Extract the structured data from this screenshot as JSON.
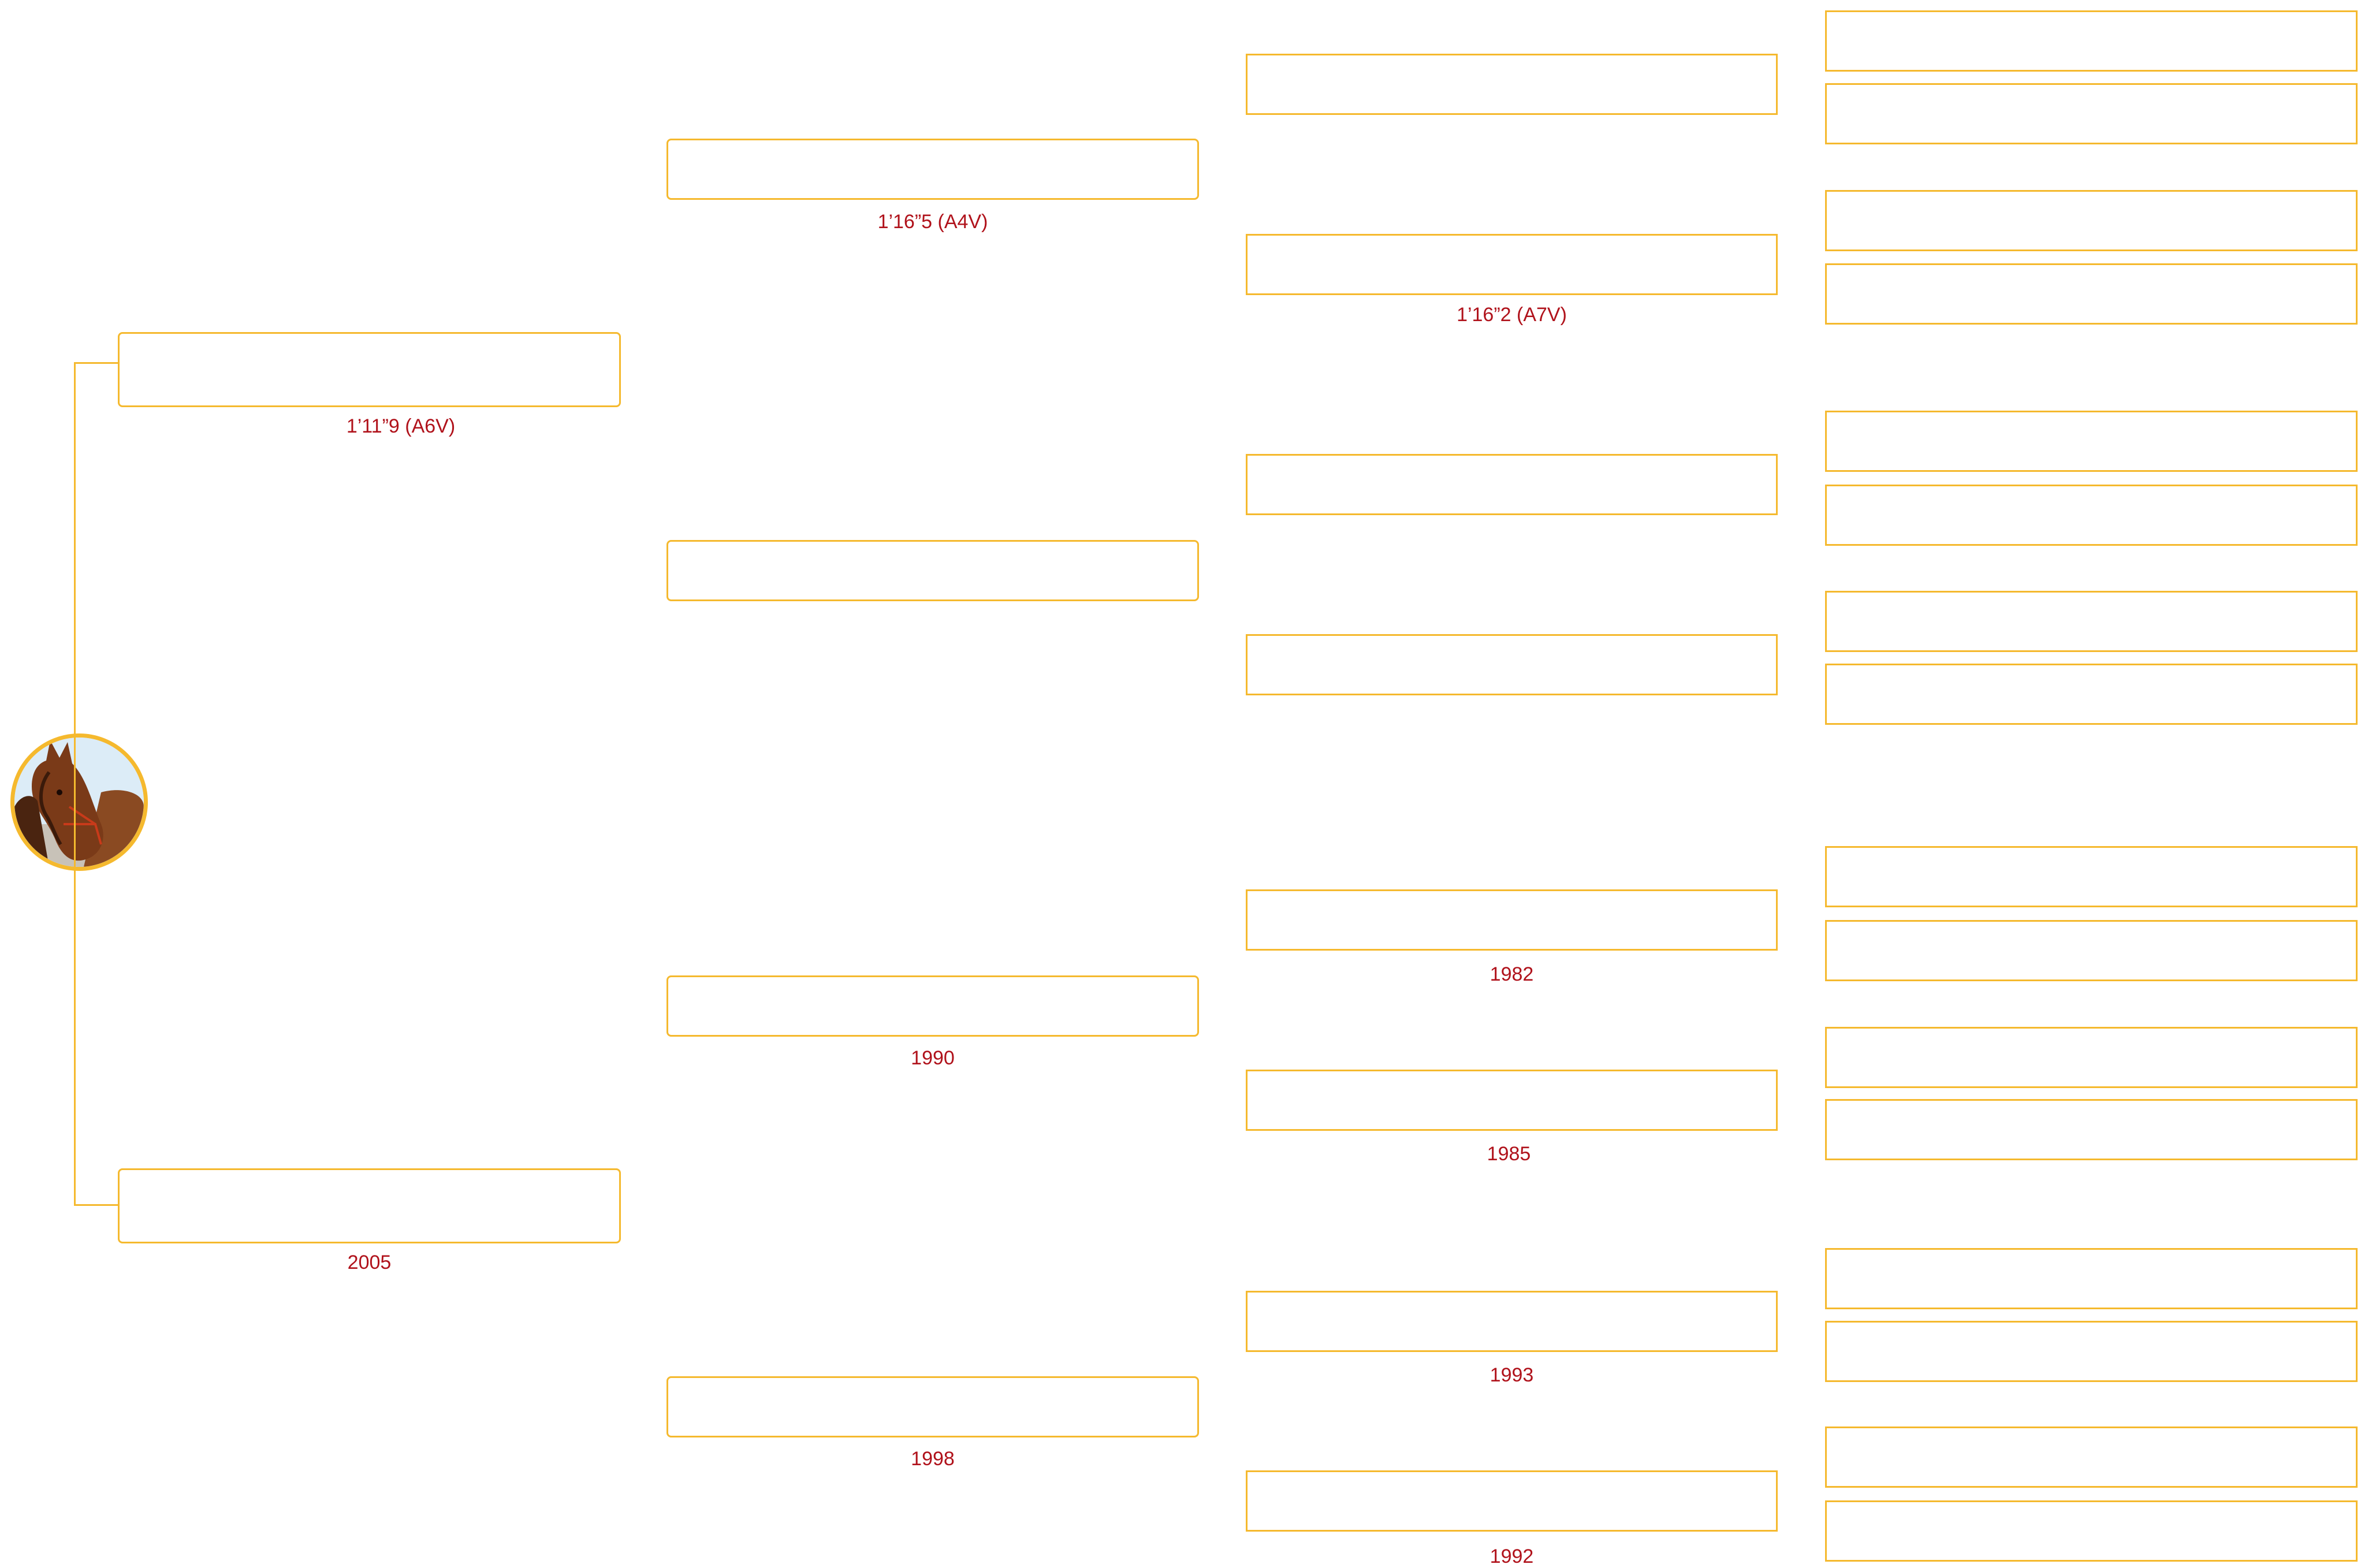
{
  "colors": {
    "border": "#f5b92e",
    "info_text": "#b0121b",
    "background": "#ffffff"
  },
  "subject": {
    "photo_icon": "horse-head-photo"
  },
  "generation_1": {
    "sire": {
      "name": "",
      "info": "1’11”9 (A6V)"
    },
    "dam": {
      "name": "",
      "info": "2005"
    }
  },
  "generation_2": [
    {
      "name": "",
      "info": "1’16”5 (A4V)"
    },
    {
      "name": "",
      "info": ""
    },
    {
      "name": "",
      "info": "1990"
    },
    {
      "name": "",
      "info": "1998"
    }
  ],
  "generation_3": [
    {
      "name": "",
      "info": ""
    },
    {
      "name": "",
      "info": "1’16”2 (A7V)"
    },
    {
      "name": "",
      "info": ""
    },
    {
      "name": "",
      "info": ""
    },
    {
      "name": "",
      "info": "1982"
    },
    {
      "name": "",
      "info": "1985"
    },
    {
      "name": "",
      "info": "1993"
    },
    {
      "name": "",
      "info": "1992"
    }
  ],
  "generation_4": [
    {
      "name": ""
    },
    {
      "name": ""
    },
    {
      "name": ""
    },
    {
      "name": ""
    },
    {
      "name": ""
    },
    {
      "name": ""
    },
    {
      "name": ""
    },
    {
      "name": ""
    },
    {
      "name": ""
    },
    {
      "name": ""
    },
    {
      "name": ""
    },
    {
      "name": ""
    },
    {
      "name": ""
    },
    {
      "name": ""
    },
    {
      "name": ""
    },
    {
      "name": ""
    }
  ]
}
